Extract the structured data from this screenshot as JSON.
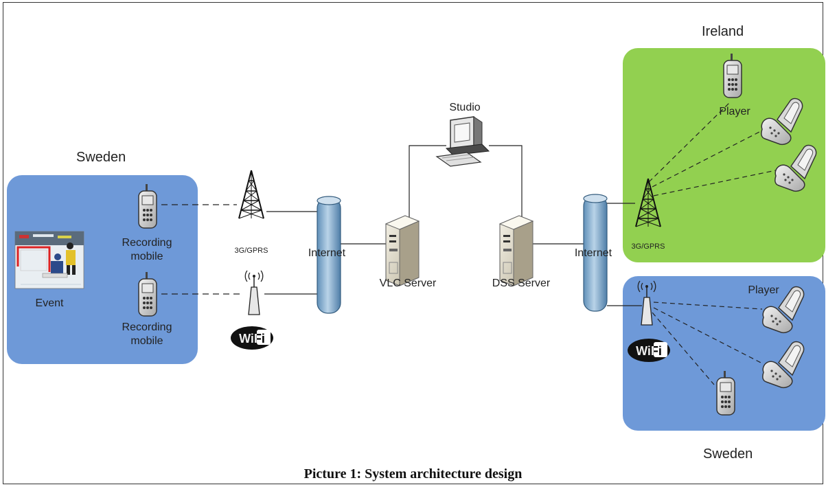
{
  "regions": {
    "sweden_left": {
      "title": "Sweden"
    },
    "ireland": {
      "title": "Ireland"
    },
    "sweden_right": {
      "title": "Sweden"
    }
  },
  "nodes": {
    "event": "Event",
    "recording_mobile_1": [
      "Recording",
      "mobile"
    ],
    "recording_mobile_2": [
      "Recording",
      "mobile"
    ],
    "tower_left": "3G/GPRS",
    "tower_right": "3G/GPRS",
    "internet_left": "Internet",
    "internet_right": "Internet",
    "studio": "Studio",
    "vlc_server": "VLC Server",
    "dss_server": "DSS Server",
    "player_ireland": "Player",
    "player_sweden": "Player",
    "wifi_badge": "WiFi"
  },
  "colors": {
    "ireland_bg": "#92d050",
    "sweden_bg": "#6e99d8",
    "pipe": "#8ab2d3"
  },
  "caption": "Picture 1: System architecture design"
}
